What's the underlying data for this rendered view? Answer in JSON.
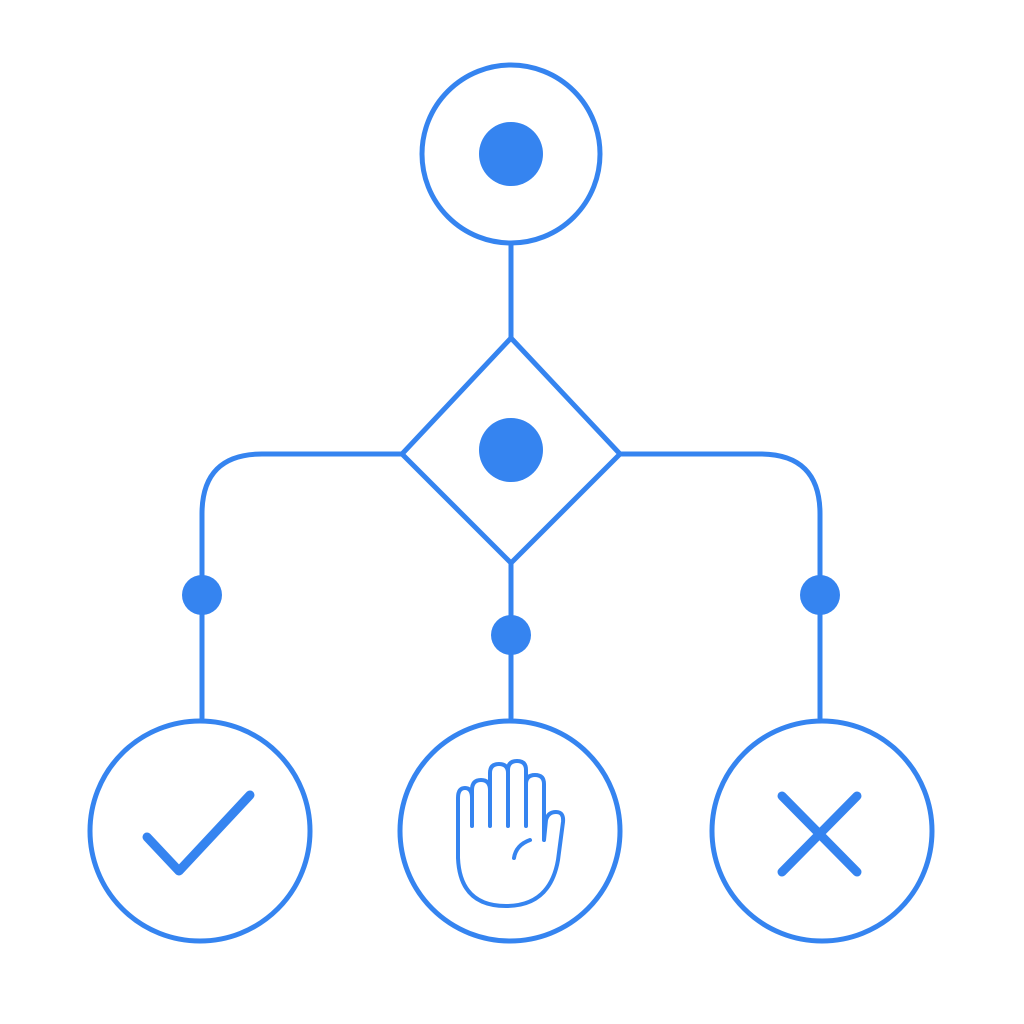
{
  "diagram": {
    "type": "decision-flow",
    "accent_color": "#3584f0",
    "background_color": "#ffffff",
    "start_node": {
      "icon": "filled-dot-icon"
    },
    "decision_node": {
      "icon": "filled-dot-icon"
    },
    "branches": [
      {
        "id": "approve",
        "icon": "checkmark-icon"
      },
      {
        "id": "hold",
        "icon": "raised-hand-icon"
      },
      {
        "id": "reject",
        "icon": "x-mark-icon"
      }
    ]
  }
}
